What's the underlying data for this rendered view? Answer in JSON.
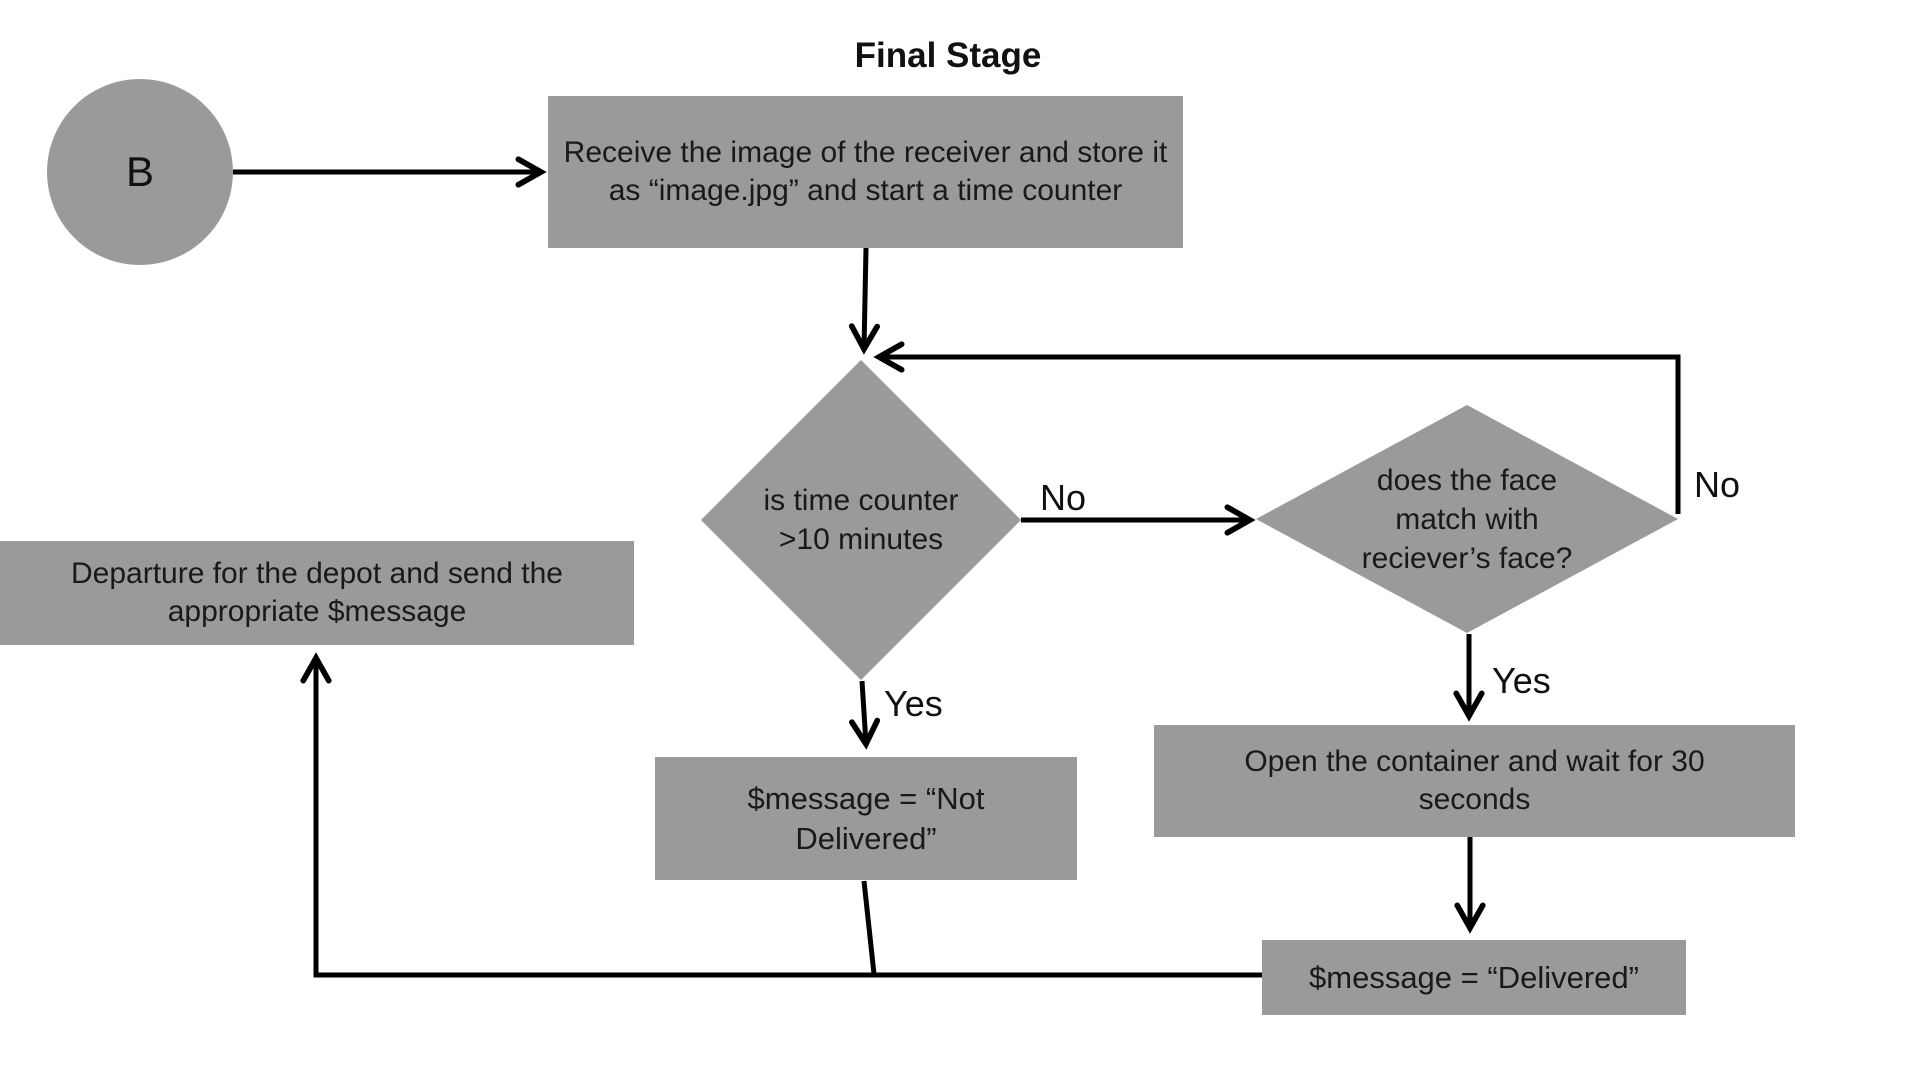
{
  "title": "Final Stage",
  "colors": {
    "node-fill": "#9a9a9a",
    "line": "#000000",
    "text": "#191919",
    "bg": "#ffffff"
  },
  "nodes": {
    "start": {
      "label": "B",
      "shape": "circle"
    },
    "receive": {
      "label": "Receive the image of the receiver and store it as “image.jpg” and start a time counter",
      "shape": "rect"
    },
    "time_check": {
      "label": "is time counter >10 minutes",
      "shape": "diamond"
    },
    "face_check": {
      "label": "does the face match with reciever’s face?",
      "shape": "diamond"
    },
    "not_delivered": {
      "label": "$message = “Not Delivered”",
      "shape": "rect"
    },
    "open_container": {
      "label": "Open the container and wait for 30 seconds",
      "shape": "rect"
    },
    "delivered": {
      "label": "$message = “Delivered”",
      "shape": "rect"
    },
    "departure": {
      "label": "Departure for the depot and send the appropriate $message",
      "shape": "rect"
    }
  },
  "edge_labels": {
    "time_no": "No",
    "time_yes": "Yes",
    "face_no": "No",
    "face_yes": "Yes"
  }
}
